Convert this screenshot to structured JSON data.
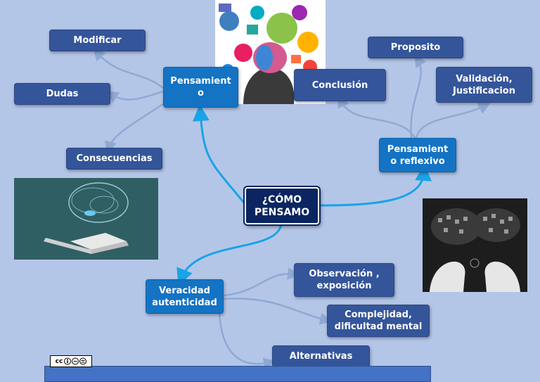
{
  "center": "¿CÓMO PENSAMO",
  "nodes": {
    "pensamiento": "Pensamient o",
    "pensamiento_reflexivo": "Pensamient o reflexivo",
    "veracidad": "Veracidad autenticidad",
    "modificar": "Modificar",
    "dudas": "Dudas",
    "consecuencias": "Consecuencias",
    "conclusion": "Conclusión",
    "proposito": "Proposito",
    "validacion": "Validación, Justificacion",
    "observacion": "Observación , exposición",
    "complejidad": "Complejidad, dificultad mental",
    "alternativas": "Alternativas"
  },
  "license_badge": "cc",
  "colors": {
    "background": "#b4c6e7",
    "center_node": "#0a2560",
    "main_branch": "#1473c3",
    "sub_topic": "#34559a",
    "main_connector": "#1aa3e8",
    "sub_connector": "#8fa9d4"
  }
}
